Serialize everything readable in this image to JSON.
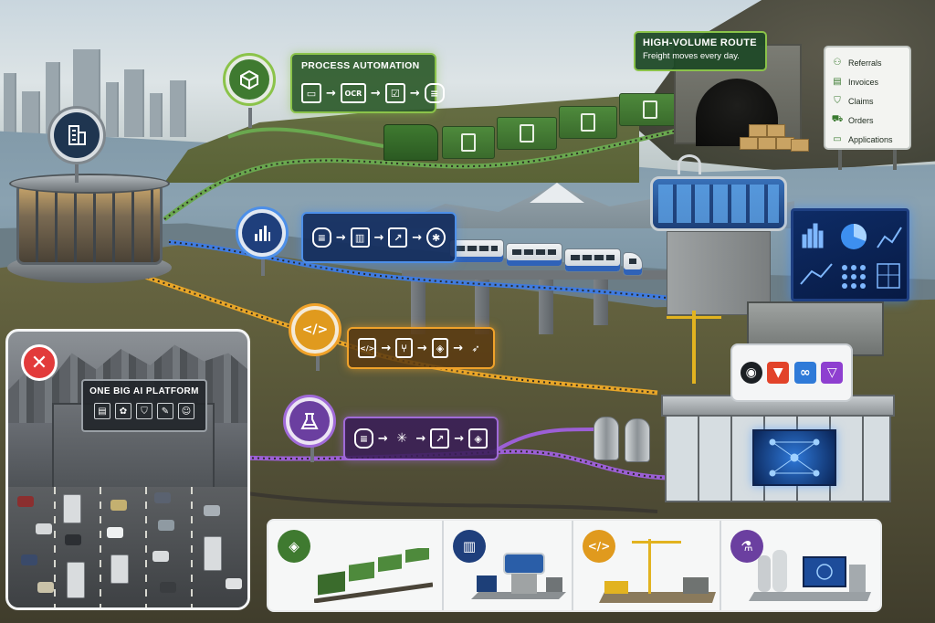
{
  "process_automation": {
    "title": "PROCESS AUTOMATION",
    "steps": [
      "▭",
      "OCR",
      "☑",
      "≡"
    ]
  },
  "high_volume_route": {
    "title": "HIGH-VOLUME ROUTE",
    "subtitle": "Freight moves every day."
  },
  "document_types": [
    {
      "label": "Referrals",
      "icon": "people-icon"
    },
    {
      "label": "Invoices",
      "icon": "invoice-icon"
    },
    {
      "label": "Claims",
      "icon": "shield-icon"
    },
    {
      "label": "Orders",
      "icon": "cart-icon"
    },
    {
      "label": "Applications",
      "icon": "document-icon"
    }
  ],
  "analytics_flow": {
    "icon": "bar-chart-icon"
  },
  "development_flow": {
    "icon": "code-icon"
  },
  "science_flow": {
    "icon": "flask-icon"
  },
  "platform_inset": {
    "title": "ONE BIG AI PLATFORM",
    "status": "✕"
  },
  "devops_logos": [
    "github-logo",
    "gitlab-logo",
    "azure-devops-logo",
    "deploy-logo"
  ],
  "colors": {
    "automation": "#3f7a30",
    "analytics": "#1f4c9a",
    "development": "#e09a1e",
    "science": "#6b3fa0",
    "reject": "#e23b3b"
  }
}
